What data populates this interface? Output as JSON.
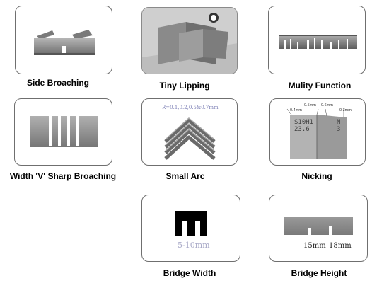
{
  "items": [
    {
      "caption": "Side Broaching",
      "icon": "side-broaching-sample"
    },
    {
      "caption": "Tiny Lipping",
      "icon": "tiny-lipping-sample"
    },
    {
      "caption": "Mulity Function",
      "icon": "multi-function-sample"
    },
    {
      "caption": "Width 'V' Sharp Broaching",
      "icon": "v-sharp-broaching-sample"
    },
    {
      "caption": "Small Arc",
      "icon": "small-arc-sample"
    },
    {
      "caption": "Nicking",
      "icon": "nicking-sample"
    },
    {
      "caption": "Bridge Width",
      "icon": "bridge-width-sample"
    },
    {
      "caption": "Bridge Height",
      "icon": "bridge-height-sample"
    }
  ],
  "annotations": {
    "small_arc": "R=0.1,0.2,0.5&0.7mm",
    "nicking_dims": [
      "0.5mm",
      "0.6mm",
      "0.4mm",
      "0.3mm"
    ],
    "nicking_left_text": [
      "S10H1",
      "23.6"
    ],
    "nicking_right_text": [
      "N",
      "3"
    ],
    "bridge_width": "5-10mm",
    "bridge_height": [
      "15mm",
      "18mm"
    ]
  },
  "colors": {
    "border": "#6f6f6f",
    "steel": "#8e8e8e",
    "annotation": "#7c7fb5",
    "bridge_black": "#000000"
  }
}
